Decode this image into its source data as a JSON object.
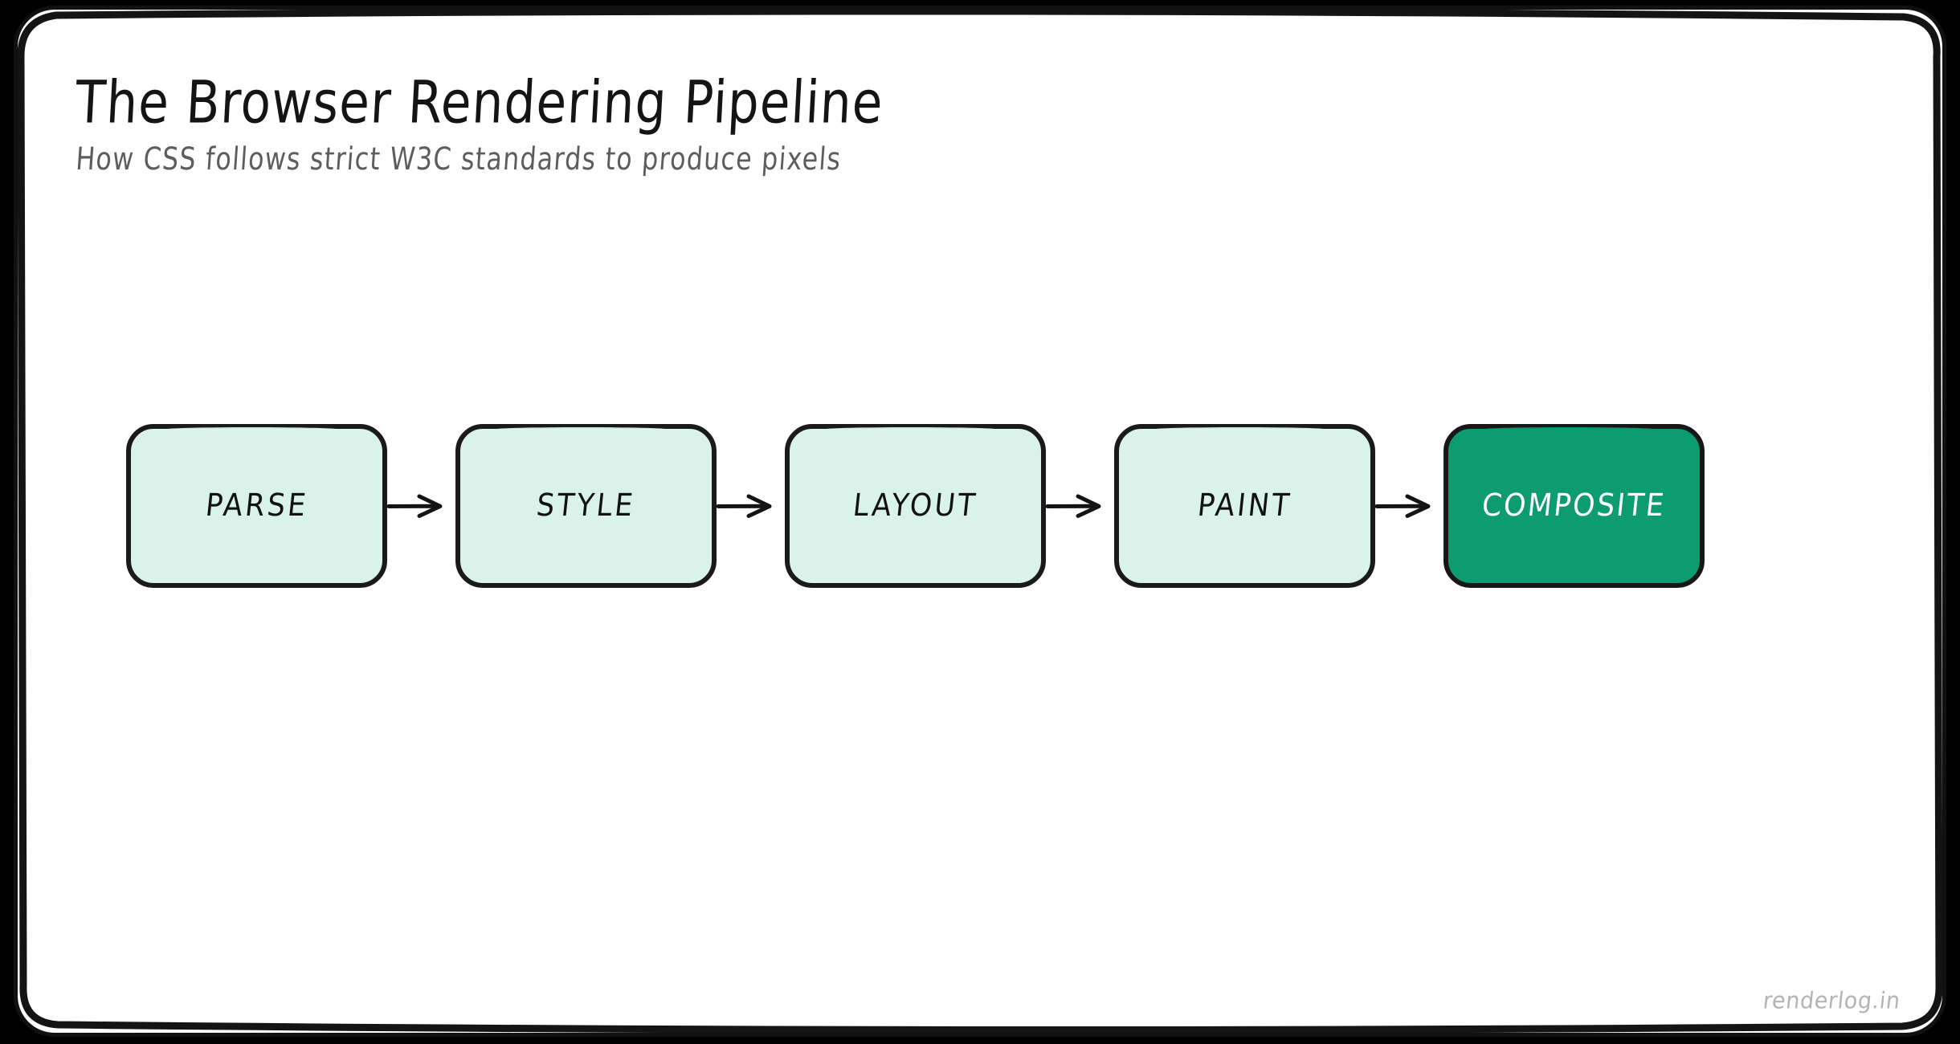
{
  "header": {
    "title": "The Browser Rendering Pipeline",
    "subtitle": "How CSS follows strict W3C standards to produce pixels"
  },
  "pipeline": {
    "stages": [
      {
        "label": "PARSE",
        "variant": "default"
      },
      {
        "label": "STYLE",
        "variant": "default"
      },
      {
        "label": "LAYOUT",
        "variant": "default"
      },
      {
        "label": "PAINT",
        "variant": "default"
      },
      {
        "label": "COMPOSITE",
        "variant": "accent"
      }
    ],
    "arrow_icon": "arrow-right-icon",
    "arrow_count": 4
  },
  "footer": {
    "watermark": "renderlog.in"
  },
  "colors": {
    "canvas": "#000000",
    "card": "#ffffff",
    "stroke": "#1a1a1a",
    "box_fill": "#d9f3ea",
    "accent_fill": "#0c9c6f",
    "accent_text": "#ffffff",
    "title_text": "#141414",
    "subtitle_text": "#5d5d5d",
    "watermark_text": "#b4b4b4"
  }
}
